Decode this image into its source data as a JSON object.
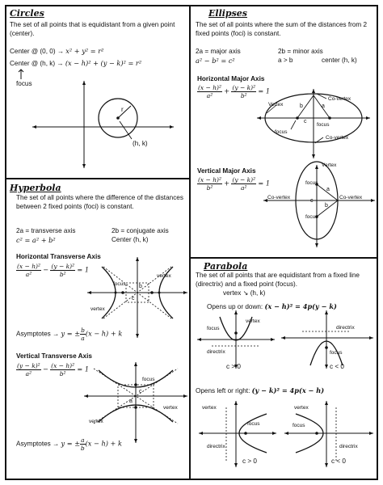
{
  "circles": {
    "title": "Circles",
    "desc": "The set of all points that is equidistant from a given point (center).",
    "eq1_label": "Center @ (0, 0) →",
    "eq1": "x² + y² = r²",
    "eq2_label": "Center @ (h, k) →",
    "eq2": "(x − h)² + (y − k)² = r²",
    "focus_label": "focus",
    "radius_label": "r",
    "center_label": "(h, k)"
  },
  "ellipses": {
    "title": "Ellipses",
    "desc": "The set of all points where the sum of the distances from 2 fixed points (foci) is constant.",
    "major": "2a = major axis",
    "minor": "2b = minor axis",
    "rel": "a² − b² = c²",
    "ineq": "a > b",
    "center": "center (h, k)",
    "horiz_title": "Horizontal Major Axis",
    "horiz_num1": "(x − h)²",
    "horiz_den1": "a²",
    "horiz_num2": "(y − k)²",
    "horiz_den2": "b²",
    "vert_title": "Vertical Major Axis",
    "vert_num1": "(x − h)²",
    "vert_den1": "b²",
    "vert_num2": "(y − k)²",
    "vert_den2": "a²",
    "eq_rhs": "= 1",
    "labels": {
      "vertex": "Vertex",
      "covertex": "Co-vertex",
      "focus": "focus",
      "a": "a",
      "b": "b",
      "c": "c"
    }
  },
  "hyperbola": {
    "title": "Hyperbola",
    "desc": "The set of all points where the difference of the distances between 2 fixed points (foci) is constant.",
    "transverse": "2a = transverse axis",
    "conjugate": "2b = conjugate axis",
    "rel": "c² = a² + b²",
    "center": "Center (h, k)",
    "horiz_title": "Horizontal Transverse Axis",
    "horiz_num1": "(x − h)²",
    "horiz_den1": "a²",
    "horiz_num2": "(y − k)²",
    "horiz_den2": "b²",
    "asym_label": "Asymptotes →",
    "asym_h_pre": "y = ±",
    "asym_h_num": "b",
    "asym_h_den": "a",
    "asym_h_post": "(x − h) + k",
    "vert_title": "Vertical Transverse Axis",
    "vert_num1": "(y − k)²",
    "vert_den1": "a²",
    "vert_num2": "(x − h)²",
    "vert_den2": "b²",
    "asym_v_num": "a",
    "asym_v_den": "b",
    "eq_rhs": "= 1",
    "labels": {
      "vertex": "vertex",
      "focus": "focus",
      "a": "a",
      "b": "b",
      "c": "c"
    }
  },
  "parabola": {
    "title": "Parabola",
    "desc": "The set of all points that are equidistant from a fixed line (directrix) and a fixed point (focus).",
    "vertex_line": "vertex ↘ (h, k)",
    "updown_label": "Opens up or down:",
    "updown_eq": "(x − h)² = 4p(y − k)",
    "leftright_label": "Opens left or right:",
    "leftright_eq": "(y − k)² = 4p(x − h)",
    "c_pos": "c > 0",
    "c_neg": "c < 0",
    "labels": {
      "vertex": "vertex",
      "focus": "focus",
      "directrix": "directrix",
      "c": "c"
    }
  }
}
